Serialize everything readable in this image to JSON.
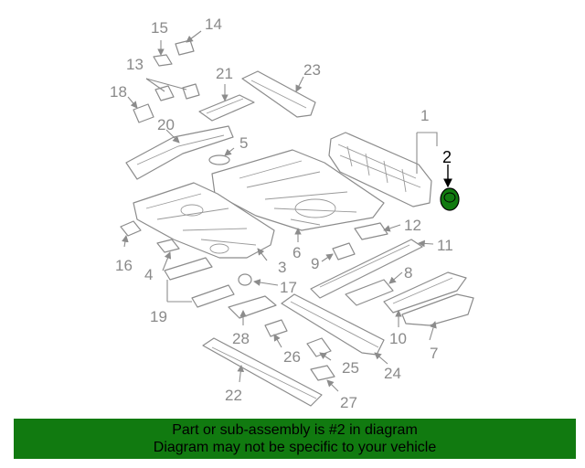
{
  "callouts": {
    "c1": "1",
    "c2": "2",
    "c3": "3",
    "c4": "4",
    "c5": "5",
    "c6": "6",
    "c7": "7",
    "c8": "8",
    "c9": "9",
    "c10": "10",
    "c11": "11",
    "c12": "12",
    "c13": "13",
    "c14": "14",
    "c15": "15",
    "c16": "16",
    "c17": "17",
    "c18": "18",
    "c19": "19",
    "c20": "20",
    "c21": "21",
    "c22": "22",
    "c23": "23",
    "c24": "24",
    "c25": "25",
    "c26": "26",
    "c27": "27",
    "c28": "28"
  },
  "highlight": {
    "part": "2",
    "color": "#117a10"
  },
  "banner": {
    "line1": "Part or sub-assembly is #2 in diagram",
    "line2": "Diagram may not be specific to your vehicle",
    "background": "#117a10"
  }
}
